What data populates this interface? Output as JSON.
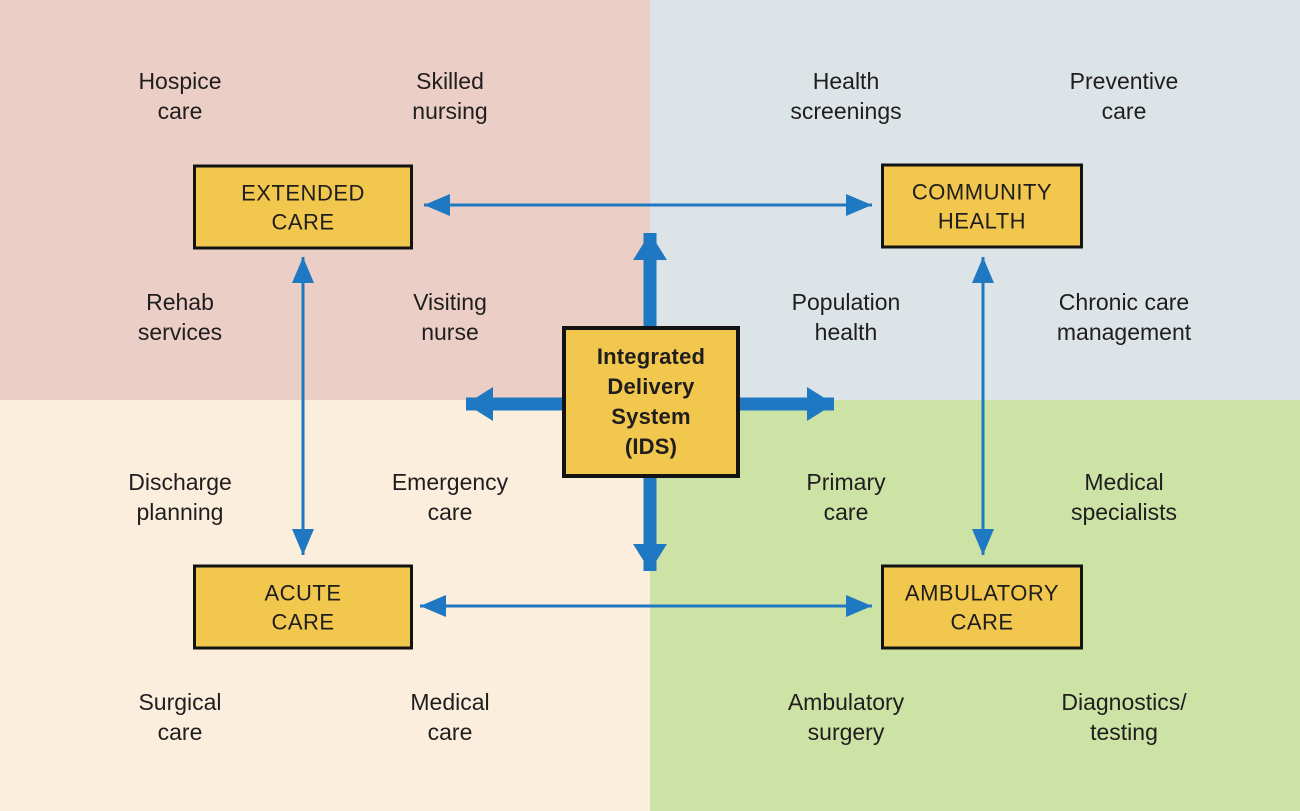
{
  "diagram": {
    "title_box": {
      "lines": [
        "Integrated",
        "Delivery",
        "System",
        "(IDS)"
      ]
    },
    "quadrants": [
      {
        "id": "extended-care",
        "position": "top-left",
        "box": [
          "EXTENDED",
          "CARE"
        ],
        "services": [
          [
            "Hospice",
            "care"
          ],
          [
            "Skilled",
            "nursing"
          ],
          [
            "Rehab",
            "services"
          ],
          [
            "Visiting",
            "nurse"
          ]
        ]
      },
      {
        "id": "community-health",
        "position": "top-right",
        "box": [
          "COMMUNITY",
          "HEALTH"
        ],
        "services": [
          [
            "Health",
            "screenings"
          ],
          [
            "Preventive",
            "care"
          ],
          [
            "Population",
            "health"
          ],
          [
            "Chronic care",
            "management"
          ]
        ]
      },
      {
        "id": "acute-care",
        "position": "bottom-left",
        "box": [
          "ACUTE",
          "CARE"
        ],
        "services": [
          [
            "Discharge",
            "planning"
          ],
          [
            "Emergency",
            "care"
          ],
          [
            "Surgical",
            "care"
          ],
          [
            "Medical",
            "care"
          ]
        ]
      },
      {
        "id": "ambulatory-care",
        "position": "bottom-right",
        "box": [
          "AMBULATORY",
          "CARE"
        ],
        "services": [
          [
            "Primary",
            "care"
          ],
          [
            "Medical",
            "specialists"
          ],
          [
            "Ambulatory",
            "surgery"
          ],
          [
            "Diagnostics/",
            "testing"
          ]
        ]
      }
    ],
    "connectors": [
      {
        "between": [
          "extended-care",
          "community-health"
        ],
        "type": "double-headed-arrow"
      },
      {
        "between": [
          "acute-care",
          "ambulatory-care"
        ],
        "type": "double-headed-arrow"
      },
      {
        "between": [
          "extended-care",
          "acute-care"
        ],
        "type": "double-headed-arrow"
      },
      {
        "between": [
          "community-health",
          "ambulatory-care"
        ],
        "type": "double-headed-arrow"
      },
      {
        "between": [
          "ids-center",
          "each-quadrant"
        ],
        "type": "thick-outward-arrows"
      }
    ]
  },
  "colors": {
    "quadrant_top_left": "#ebcfc7",
    "quadrant_top_right": "#dde4e7",
    "quadrant_bottom_left": "#fceedd",
    "quadrant_bottom_right": "#cde3a5",
    "node_fill": "#f2c74e",
    "node_border": "#131313",
    "arrow_blue": "#1e78c2",
    "text": "#1f1d1d"
  }
}
